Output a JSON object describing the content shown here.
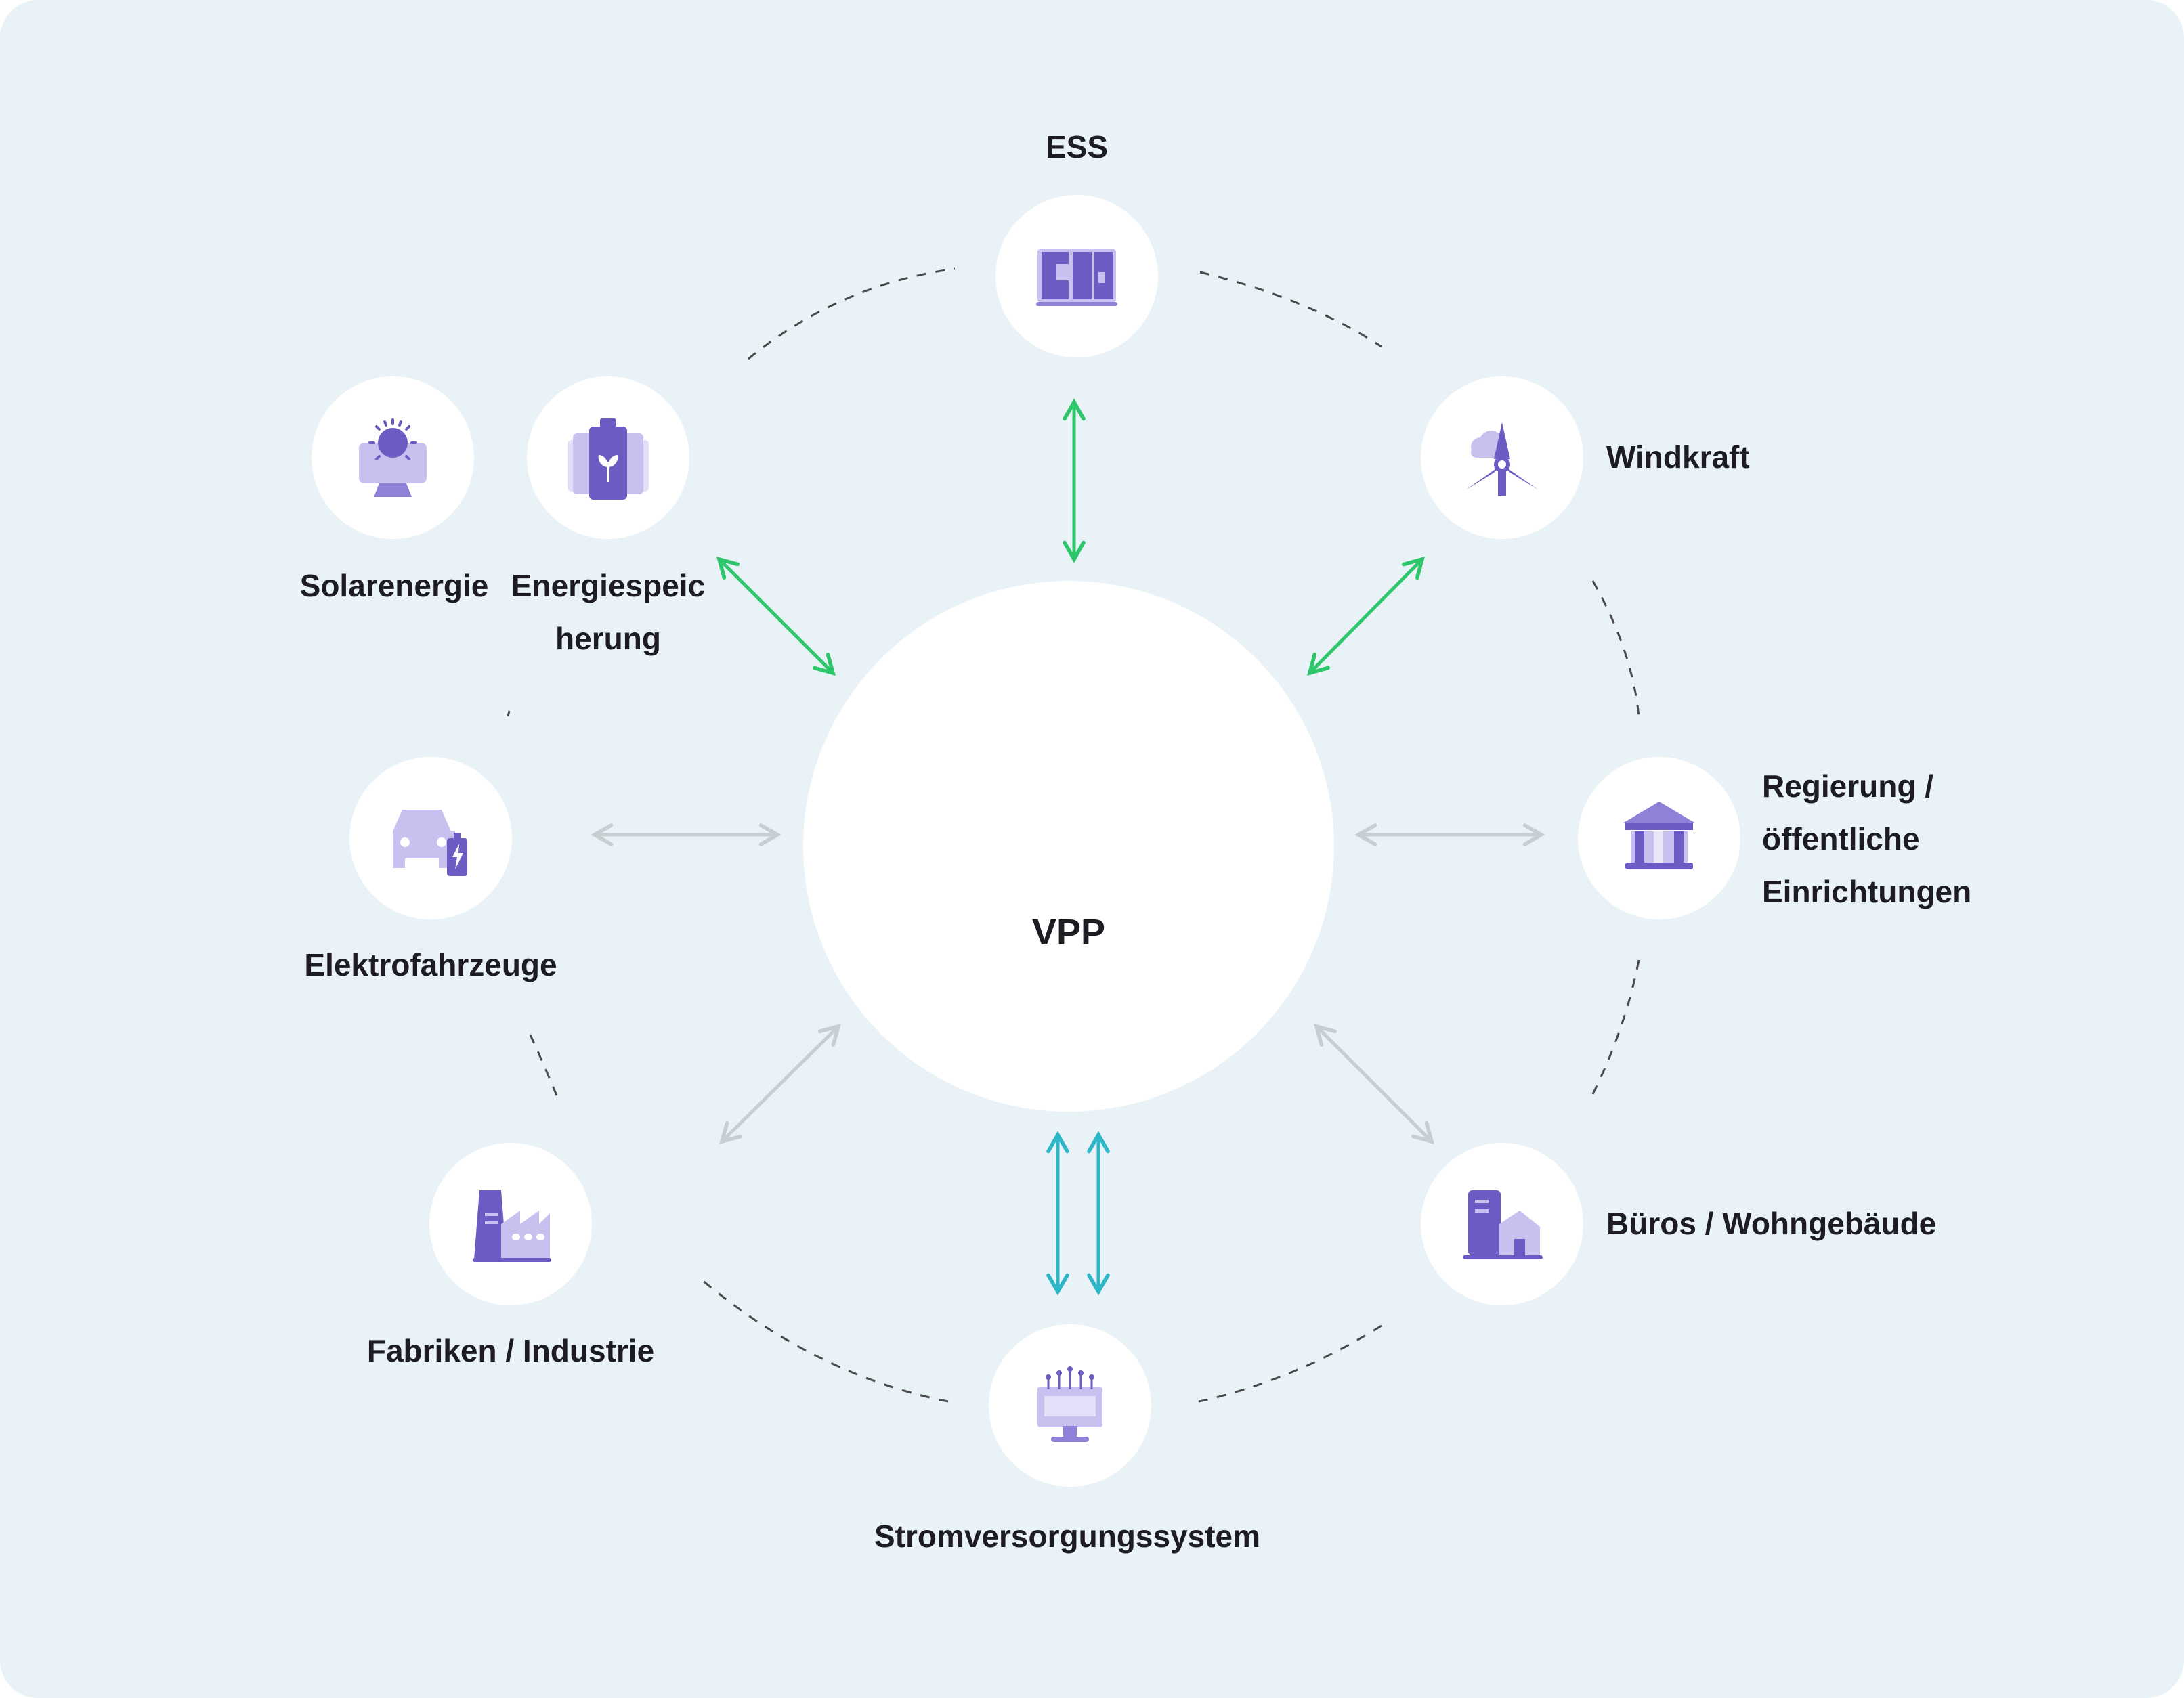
{
  "diagram": {
    "center_label": "VPP",
    "nodes": [
      {
        "id": "ess",
        "label": "ESS",
        "icon": "ess-cabinet-icon"
      },
      {
        "id": "wind",
        "label": "Windkraft",
        "icon": "wind-turbine-icon"
      },
      {
        "id": "government",
        "label": "Regierung /\nöffentliche\nEinrichtungen",
        "icon": "government-building-icon"
      },
      {
        "id": "offices",
        "label": "Büros / Wohngebäude",
        "icon": "office-house-icon"
      },
      {
        "id": "power_grid",
        "label": "Stromversorgungssystem",
        "icon": "power-grid-icon"
      },
      {
        "id": "factories",
        "label": "Fabriken / Industrie",
        "icon": "factory-icon"
      },
      {
        "id": "ev",
        "label": "Elektrofahrzeuge",
        "icon": "ev-charging-icon"
      },
      {
        "id": "solar",
        "label": "Solarenergie",
        "icon": "solar-panel-icon"
      },
      {
        "id": "storage",
        "label": "Energiespeic\nherung",
        "icon": "battery-storage-icon"
      }
    ],
    "connections": [
      {
        "from": "vpp",
        "to": "ess",
        "direction": "bidirectional",
        "color": "#2ec66b"
      },
      {
        "from": "vpp",
        "to": "wind",
        "direction": "bidirectional",
        "color": "#2ec66b"
      },
      {
        "from": "vpp",
        "to": "storage",
        "direction": "bidirectional",
        "color": "#2ec66b"
      },
      {
        "from": "vpp",
        "to": "government",
        "direction": "bidirectional",
        "color": "#c8cdd1"
      },
      {
        "from": "vpp",
        "to": "ev",
        "direction": "bidirectional",
        "color": "#c8cdd1"
      },
      {
        "from": "vpp",
        "to": "offices",
        "direction": "bidirectional",
        "color": "#c8cdd1"
      },
      {
        "from": "vpp",
        "to": "factories",
        "direction": "bidirectional",
        "color": "#c8cdd1"
      },
      {
        "from": "vpp",
        "to": "power_grid",
        "direction": "bidirectional-double",
        "color": "#2fb6c9"
      }
    ],
    "colors": {
      "background": "#e8f2f7",
      "node_fill": "#ffffff",
      "icon_dark": "#6d5bc4",
      "icon_light": "#c9c0ef",
      "ring_dash": "#4a4a4a"
    }
  }
}
